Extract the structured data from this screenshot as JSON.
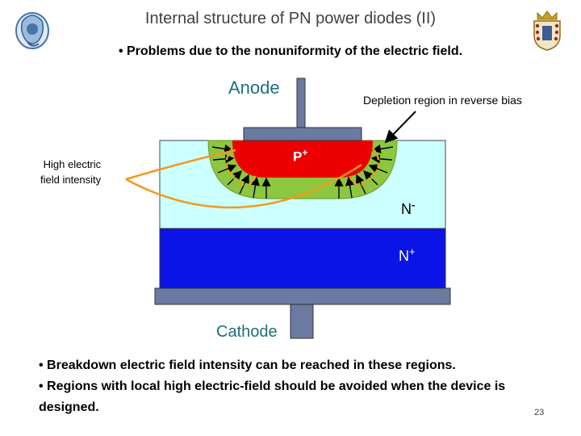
{
  "slide": {
    "title": "Internal structure of PN power diodes (II)",
    "subtitle": "• Problems due to the nonuniformity of the electric field.",
    "page_number": "23"
  },
  "diagram": {
    "anode_label": "Anode",
    "cathode_label": "Cathode",
    "depletion_label": "Depletion region in reverse bias",
    "high_field_label_line1": "High electric",
    "high_field_label_line2": "field intensity",
    "p_plus_label": "P",
    "p_plus_sup": "+",
    "n_minus_label": "N",
    "n_minus_sup": "-",
    "n_plus_label": "N",
    "n_plus_sup": "+",
    "colors": {
      "n_minus": "#ccffff",
      "n_plus": "#0a14e6",
      "p_plus": "#ee0000",
      "depletion": "#8dc63f",
      "metal": "#6b7aa1",
      "arrow": "#f09a1e"
    }
  },
  "bullets": [
    "• Breakdown electric field intensity can be reached in these regions.",
    "• Regions with local high electric-field should be avoided when the device is designed."
  ]
}
